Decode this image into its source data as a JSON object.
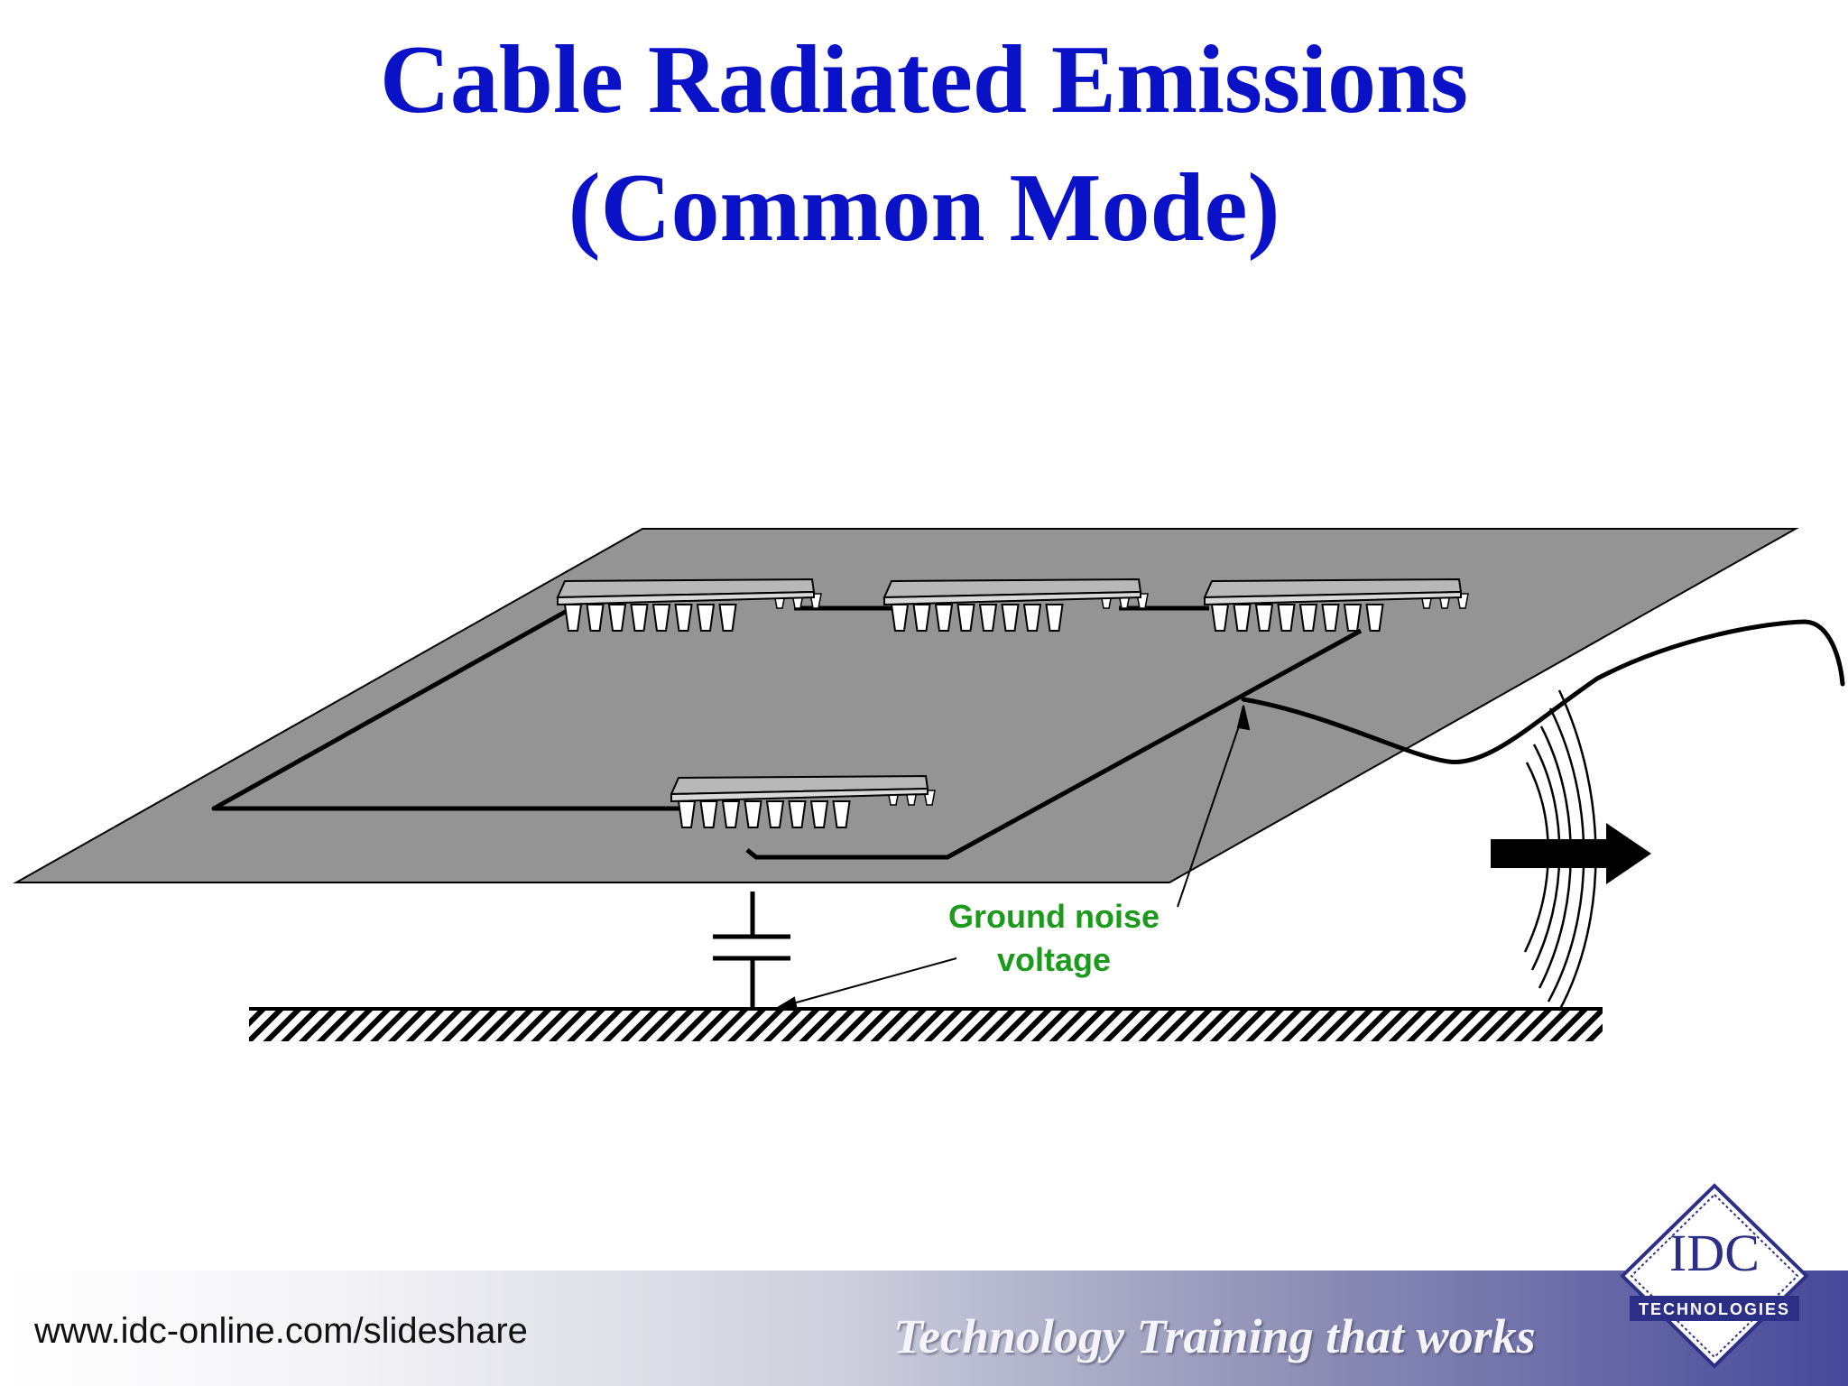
{
  "slide": {
    "title_line1": "Cable Radiated Emissions",
    "title_line2": "(Common Mode)"
  },
  "diagram": {
    "callout_line1": "Ground noise",
    "callout_line2": "voltage",
    "colors": {
      "board": "#949494",
      "trace": "#000000",
      "callout_text": "#1c9a1c",
      "chip_top": "#b8b8b8",
      "chip_body": "#d9d9d9"
    }
  },
  "footer": {
    "url": "www.idc-online.com/slideshare",
    "tagline": "Technology Training that works"
  },
  "logo": {
    "letters": "IDC",
    "subtitle": "TECHNOLOGIES"
  }
}
